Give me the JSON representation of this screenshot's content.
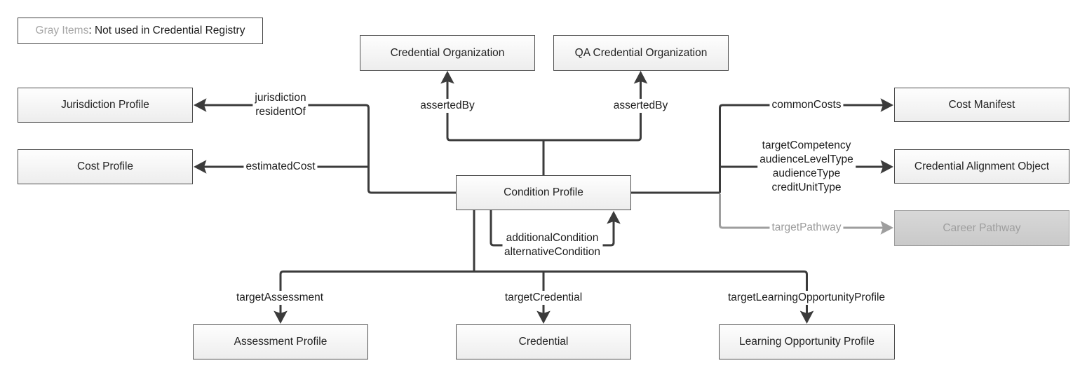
{
  "diagram": {
    "subject": "Condition Profile",
    "legend": {
      "gray_part": "Gray Items",
      "black_part": ": Not used in Credential Registry"
    },
    "colors": {
      "connector": "#3b3b3b",
      "connector_gray": "#9e9e9e",
      "node_border": "#4e4e4e",
      "node_fill_top": "#fdfdfd",
      "node_fill_bottom": "#ededed",
      "gray_node_fill": "#cecece",
      "gray_node_text": "#9e9e9e",
      "text": "#1d1d1d",
      "legend_gray_text": "#a6a6a6"
    },
    "nodes": {
      "credential_organization": {
        "label": "Credential Organization",
        "state": "normal"
      },
      "qa_credential_organization": {
        "label": "QA Credential Organization",
        "state": "normal"
      },
      "jurisdiction_profile": {
        "label": "Jurisdiction Profile",
        "state": "normal"
      },
      "cost_profile": {
        "label": "Cost Profile",
        "state": "normal"
      },
      "condition_profile": {
        "label": "Condition Profile",
        "state": "normal"
      },
      "cost_manifest": {
        "label": "Cost Manifest",
        "state": "normal"
      },
      "credential_alignment_object": {
        "label": "Credential Alignment Object",
        "state": "normal"
      },
      "career_pathway": {
        "label": "Career Pathway",
        "state": "gray-not-used-in-credential-registry"
      },
      "assessment_profile": {
        "label": "Assessment Profile",
        "state": "normal"
      },
      "credential": {
        "label": "Credential",
        "state": "normal"
      },
      "learning_opportunity_profile": {
        "label": "Learning Opportunity Profile",
        "state": "normal"
      }
    },
    "edges": {
      "jurisdiction_residentof": {
        "from": "condition_profile",
        "to": "jurisdiction_profile",
        "lines": [
          "jurisdiction",
          "residentOf"
        ],
        "gray": false
      },
      "estimated_cost": {
        "from": "condition_profile",
        "to": "cost_profile",
        "lines": [
          "estimatedCost"
        ],
        "gray": false
      },
      "asserted_by_left": {
        "from": "condition_profile",
        "to": "credential_organization",
        "lines": [
          "assertedBy"
        ],
        "gray": false
      },
      "asserted_by_right": {
        "from": "condition_profile",
        "to": "qa_credential_organization",
        "lines": [
          "assertedBy"
        ],
        "gray": false
      },
      "common_costs": {
        "from": "condition_profile",
        "to": "cost_manifest",
        "lines": [
          "commonCosts"
        ],
        "gray": false
      },
      "alignment": {
        "from": "condition_profile",
        "to": "credential_alignment_object",
        "lines": [
          "targetCompetency",
          "audienceLevelType",
          "audienceType",
          "creditUnitType"
        ],
        "gray": false
      },
      "target_pathway": {
        "from": "condition_profile",
        "to": "career_pathway",
        "lines": [
          "targetPathway"
        ],
        "gray": true
      },
      "additional_alternative_condition": {
        "from": "condition_profile",
        "to": "condition_profile",
        "lines": [
          "additionalCondition",
          "alternativeCondition"
        ],
        "gray": false
      },
      "target_assessment": {
        "from": "condition_profile",
        "to": "assessment_profile",
        "lines": [
          "targetAssessment"
        ],
        "gray": false
      },
      "target_credential": {
        "from": "condition_profile",
        "to": "credential",
        "lines": [
          "targetCredential"
        ],
        "gray": false
      },
      "target_learning_opportunity_profile": {
        "from": "condition_profile",
        "to": "learning_opportunity_profile",
        "lines": [
          "targetLearningOpportunityProfile"
        ],
        "gray": false
      }
    }
  }
}
